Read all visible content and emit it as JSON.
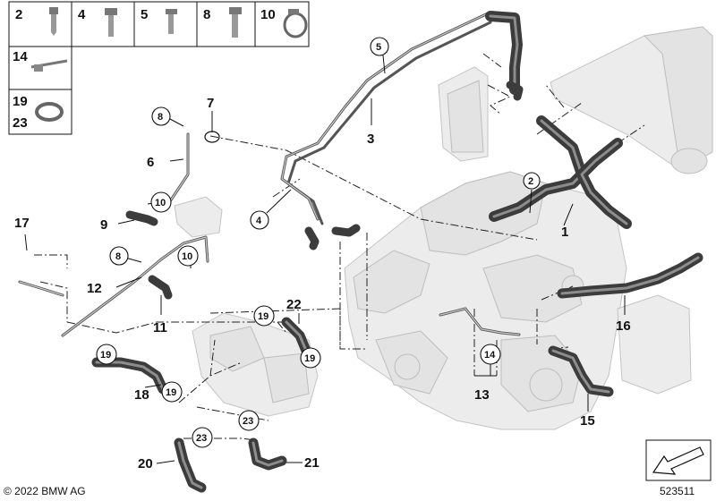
{
  "legend": {
    "top_row": [
      "2",
      "4",
      "5",
      "8",
      "10"
    ],
    "row_14": "14",
    "row_19": "19",
    "row_23": "23"
  },
  "parts": {
    "p1": "1",
    "p2": "2",
    "p3": "3",
    "p4": "4",
    "p5": "5",
    "p6": "6",
    "p7": "7",
    "p8a": "8",
    "p8b": "8",
    "p9": "9",
    "p10a": "10",
    "p10b": "10",
    "p11": "11",
    "p12": "12",
    "p13": "13",
    "p14": "14",
    "p15": "15",
    "p16": "16",
    "p17": "17",
    "p18": "18",
    "p19a": "19",
    "p19b": "19",
    "p19c": "19",
    "p19d": "19",
    "p20": "20",
    "p21": "21",
    "p22": "22",
    "p23a": "23",
    "p23b": "23"
  },
  "footer": {
    "copyright": "© 2022 BMW AG",
    "diagram_number": "523511"
  },
  "icons": {
    "nav_arrow": "arrow-icon"
  }
}
